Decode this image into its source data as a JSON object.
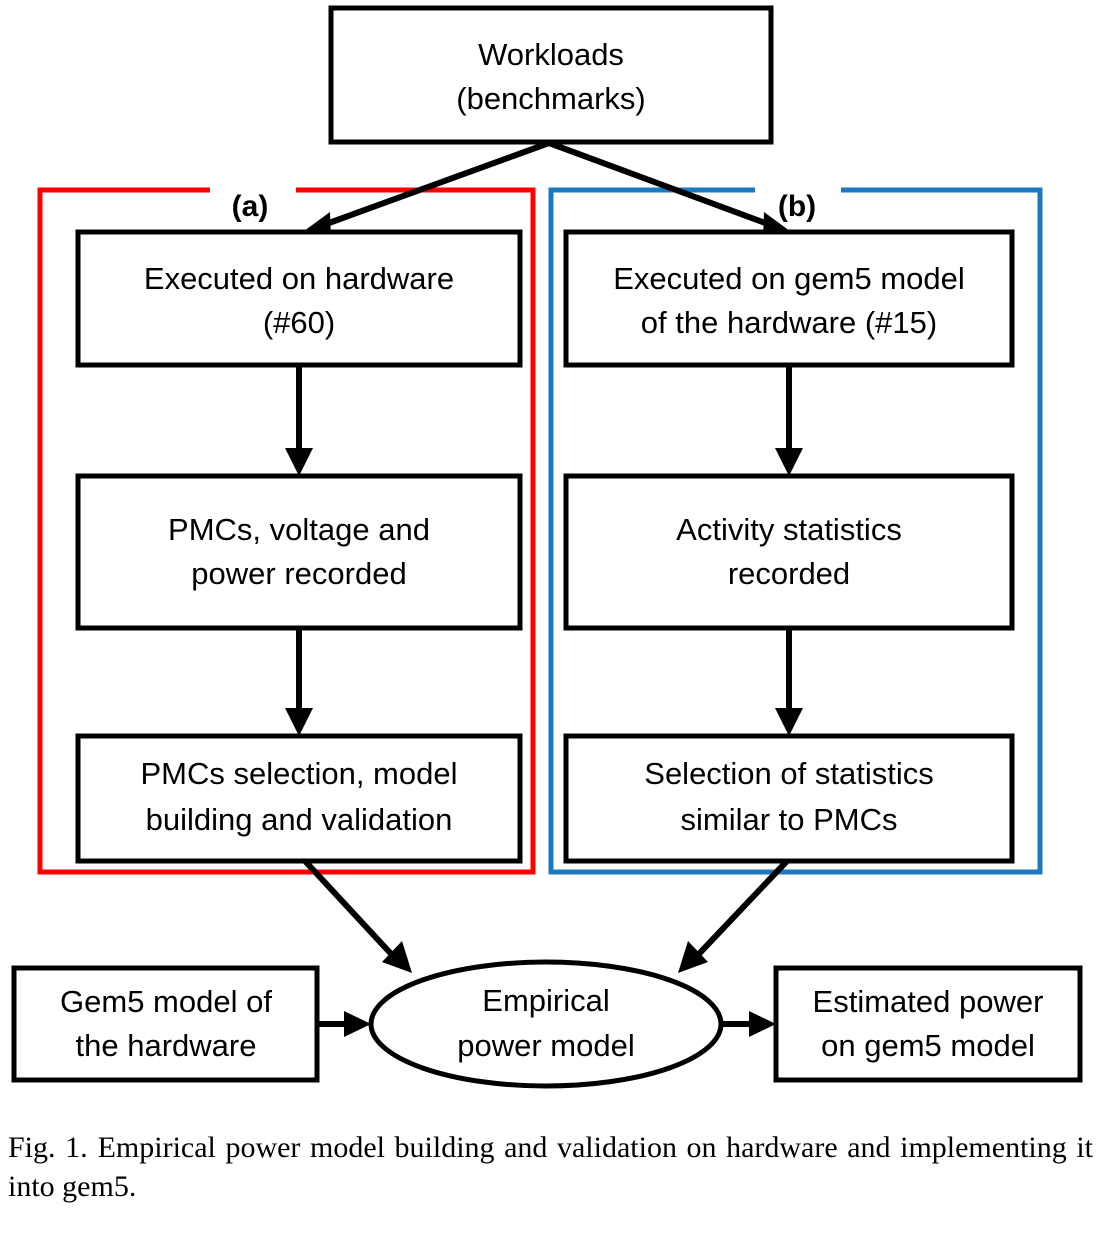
{
  "figure": {
    "caption_prefix": "Fig. 1.",
    "caption_text": "Empirical power model building and validation on hardware and implementing it into gem5."
  },
  "colors": {
    "panel_a_border": "#FF0000",
    "panel_b_border": "#1C79C0",
    "node_border": "#000000",
    "node_fill": "#FFFFFF",
    "arrow": "#000000"
  },
  "nodes": {
    "workloads": {
      "line1": "Workloads",
      "line2": "(benchmarks)"
    },
    "hardware_exec": {
      "line1": "Executed on hardware",
      "line2": "(#60)"
    },
    "gem5_exec": {
      "line1": "Executed on gem5 model",
      "line2": "of the hardware (#15)"
    },
    "pmc_record": {
      "line1": "PMCs, voltage and",
      "line2": "power recorded"
    },
    "activity_record": {
      "line1": "Activity statistics",
      "line2": "recorded"
    },
    "pmc_selection": {
      "line1": "PMCs selection, model",
      "line2": "building and validation"
    },
    "stats_selection": {
      "line1": "Selection of statistics",
      "line2": "similar to PMCs"
    },
    "gem5_model": {
      "line1": "Gem5 model of",
      "line2": "the hardware"
    },
    "empirical_model": {
      "line1": "Empirical",
      "line2": "power model"
    },
    "estimated_power": {
      "line1": "Estimated power",
      "line2": "on gem5 model"
    }
  },
  "panels": {
    "a": {
      "label": "(a)"
    },
    "b": {
      "label": "(b)"
    }
  }
}
